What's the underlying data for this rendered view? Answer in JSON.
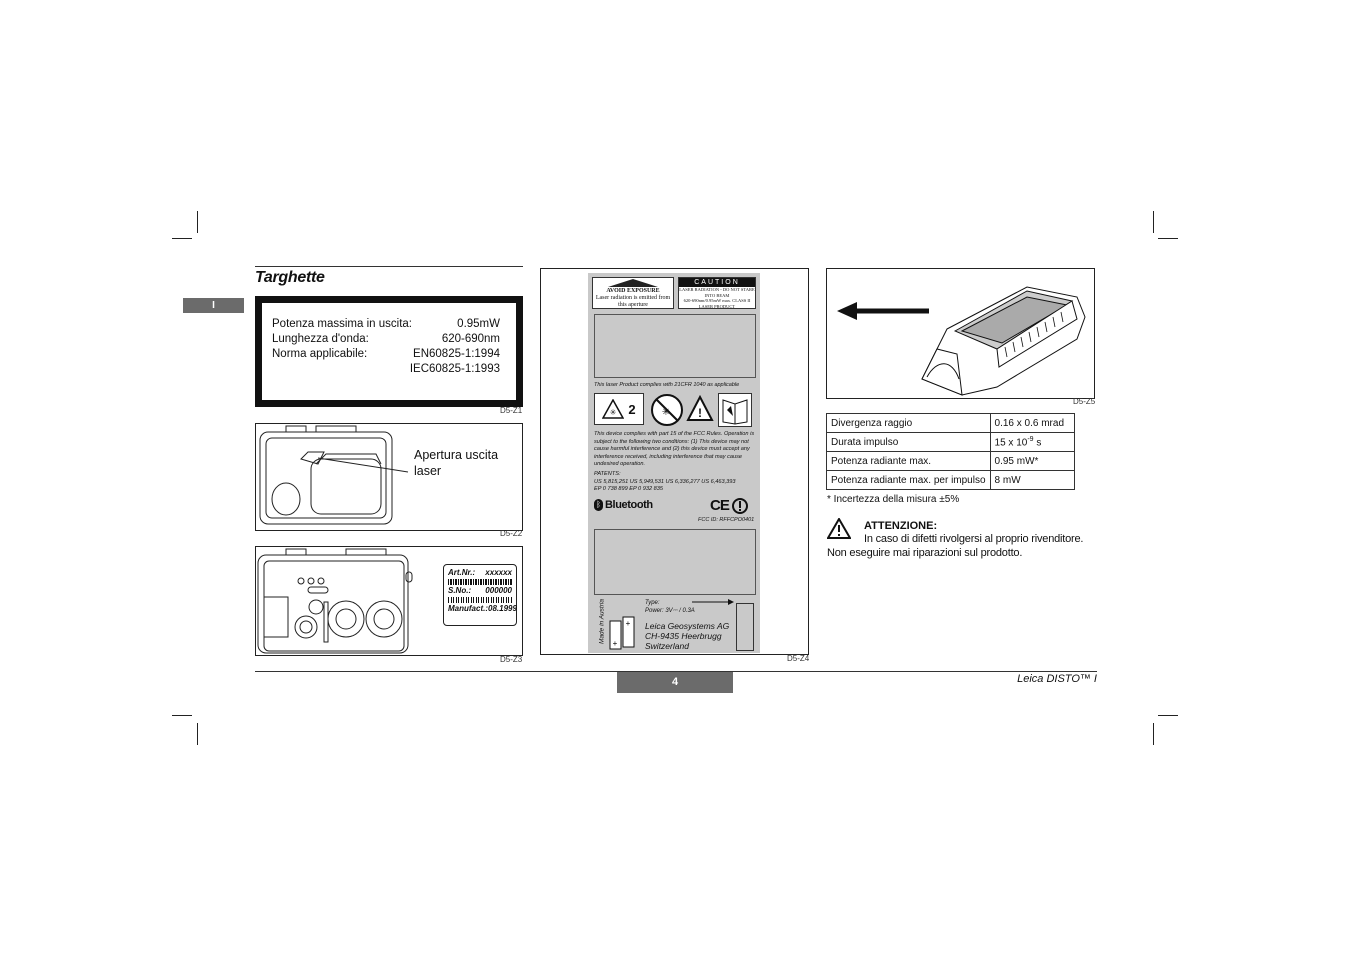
{
  "section": {
    "title": "Targhette",
    "tab_label": "I"
  },
  "label_d5z1": {
    "rows": [
      {
        "key": "Potenza massima in uscita:",
        "value": "0.95mW"
      },
      {
        "key": "Lunghezza d'onda:",
        "value": "620-690nm"
      },
      {
        "key": "Norma applicabile:",
        "value": "EN60825-1:1994"
      },
      {
        "key": "",
        "value": "IEC60825-1:1993"
      }
    ],
    "caption": "D5-Z1"
  },
  "fig_d5z2": {
    "callout": "Apertura uscita laser",
    "caption": "D5-Z2"
  },
  "fig_d5z3": {
    "art_nr_label": "Art.Nr.:",
    "art_nr_value": "xxxxxx",
    "s_no_label": "S.No.:",
    "s_no_value": "000000",
    "manufact_label": "Manufact.:",
    "manufact_value": "08.1999",
    "caption": "D5-Z3"
  },
  "plate_d5z4": {
    "avoid_title": "AVOID EXPOSURE",
    "avoid_text": "Laser radiation is emitted from this aperture",
    "caution_title": "CAUTION",
    "caution_line1": "LASER RADIATION - DO NOT STARE INTO BEAM",
    "caution_line2": "620-690nm/0.95mW max. CLASS II LASER PRODUCT",
    "cfr_text": "This laser Product complies with 21CFR 1040 as applicable",
    "class_number": "2",
    "fcc_text": "This device complies with part 15 of the FCC Rules. Operation is subject to the following two conditions: (1) This device may not cause harmful interference and (2) this device must accept any interference received, including interference that may cause undesired operation.",
    "patents_label": "PATENTS:",
    "patents_line1": "US 5,815,251   US 5,949,531   US 6,336,277   US 6,463,393",
    "patents_line2": "EP 0 738 899   EP 0 932 835",
    "bluetooth": "Bluetooth",
    "ce_mark": "CE",
    "fcc_id": "FCC ID: RFFCPO0401",
    "made_in": "Made in Austria",
    "type_label": "Type:",
    "power_label": "Power:  3V⎓ / 0.3A",
    "company_line1": "Leica Geosystems AG",
    "company_line2": "CH-9435 Heerbrugg",
    "company_line3": "Switzerland",
    "caption": "D5-Z4"
  },
  "fig_d5z5": {
    "caption": "D5-Z5"
  },
  "specs_table": {
    "rows": [
      {
        "label": "Divergenza raggio",
        "value": "0.16 x 0.6 mrad"
      },
      {
        "label": "Durata impulso",
        "value": "15 x 10-9 s"
      },
      {
        "label": "Potenza radiante max.",
        "value": "0.95 mW*"
      },
      {
        "label": "Potenza radiante max. per impulso",
        "value": "8 mW"
      }
    ],
    "footnote": "* Incertezza della misura ±5%"
  },
  "warning": {
    "title": "ATTENZIONE:",
    "text": "In caso di difetti rivolgersi al proprio rivenditore. Non eseguire mai riparazioni sul prodotto."
  },
  "footer": {
    "page_number": "4",
    "product": "Leica DISTO™ I"
  }
}
